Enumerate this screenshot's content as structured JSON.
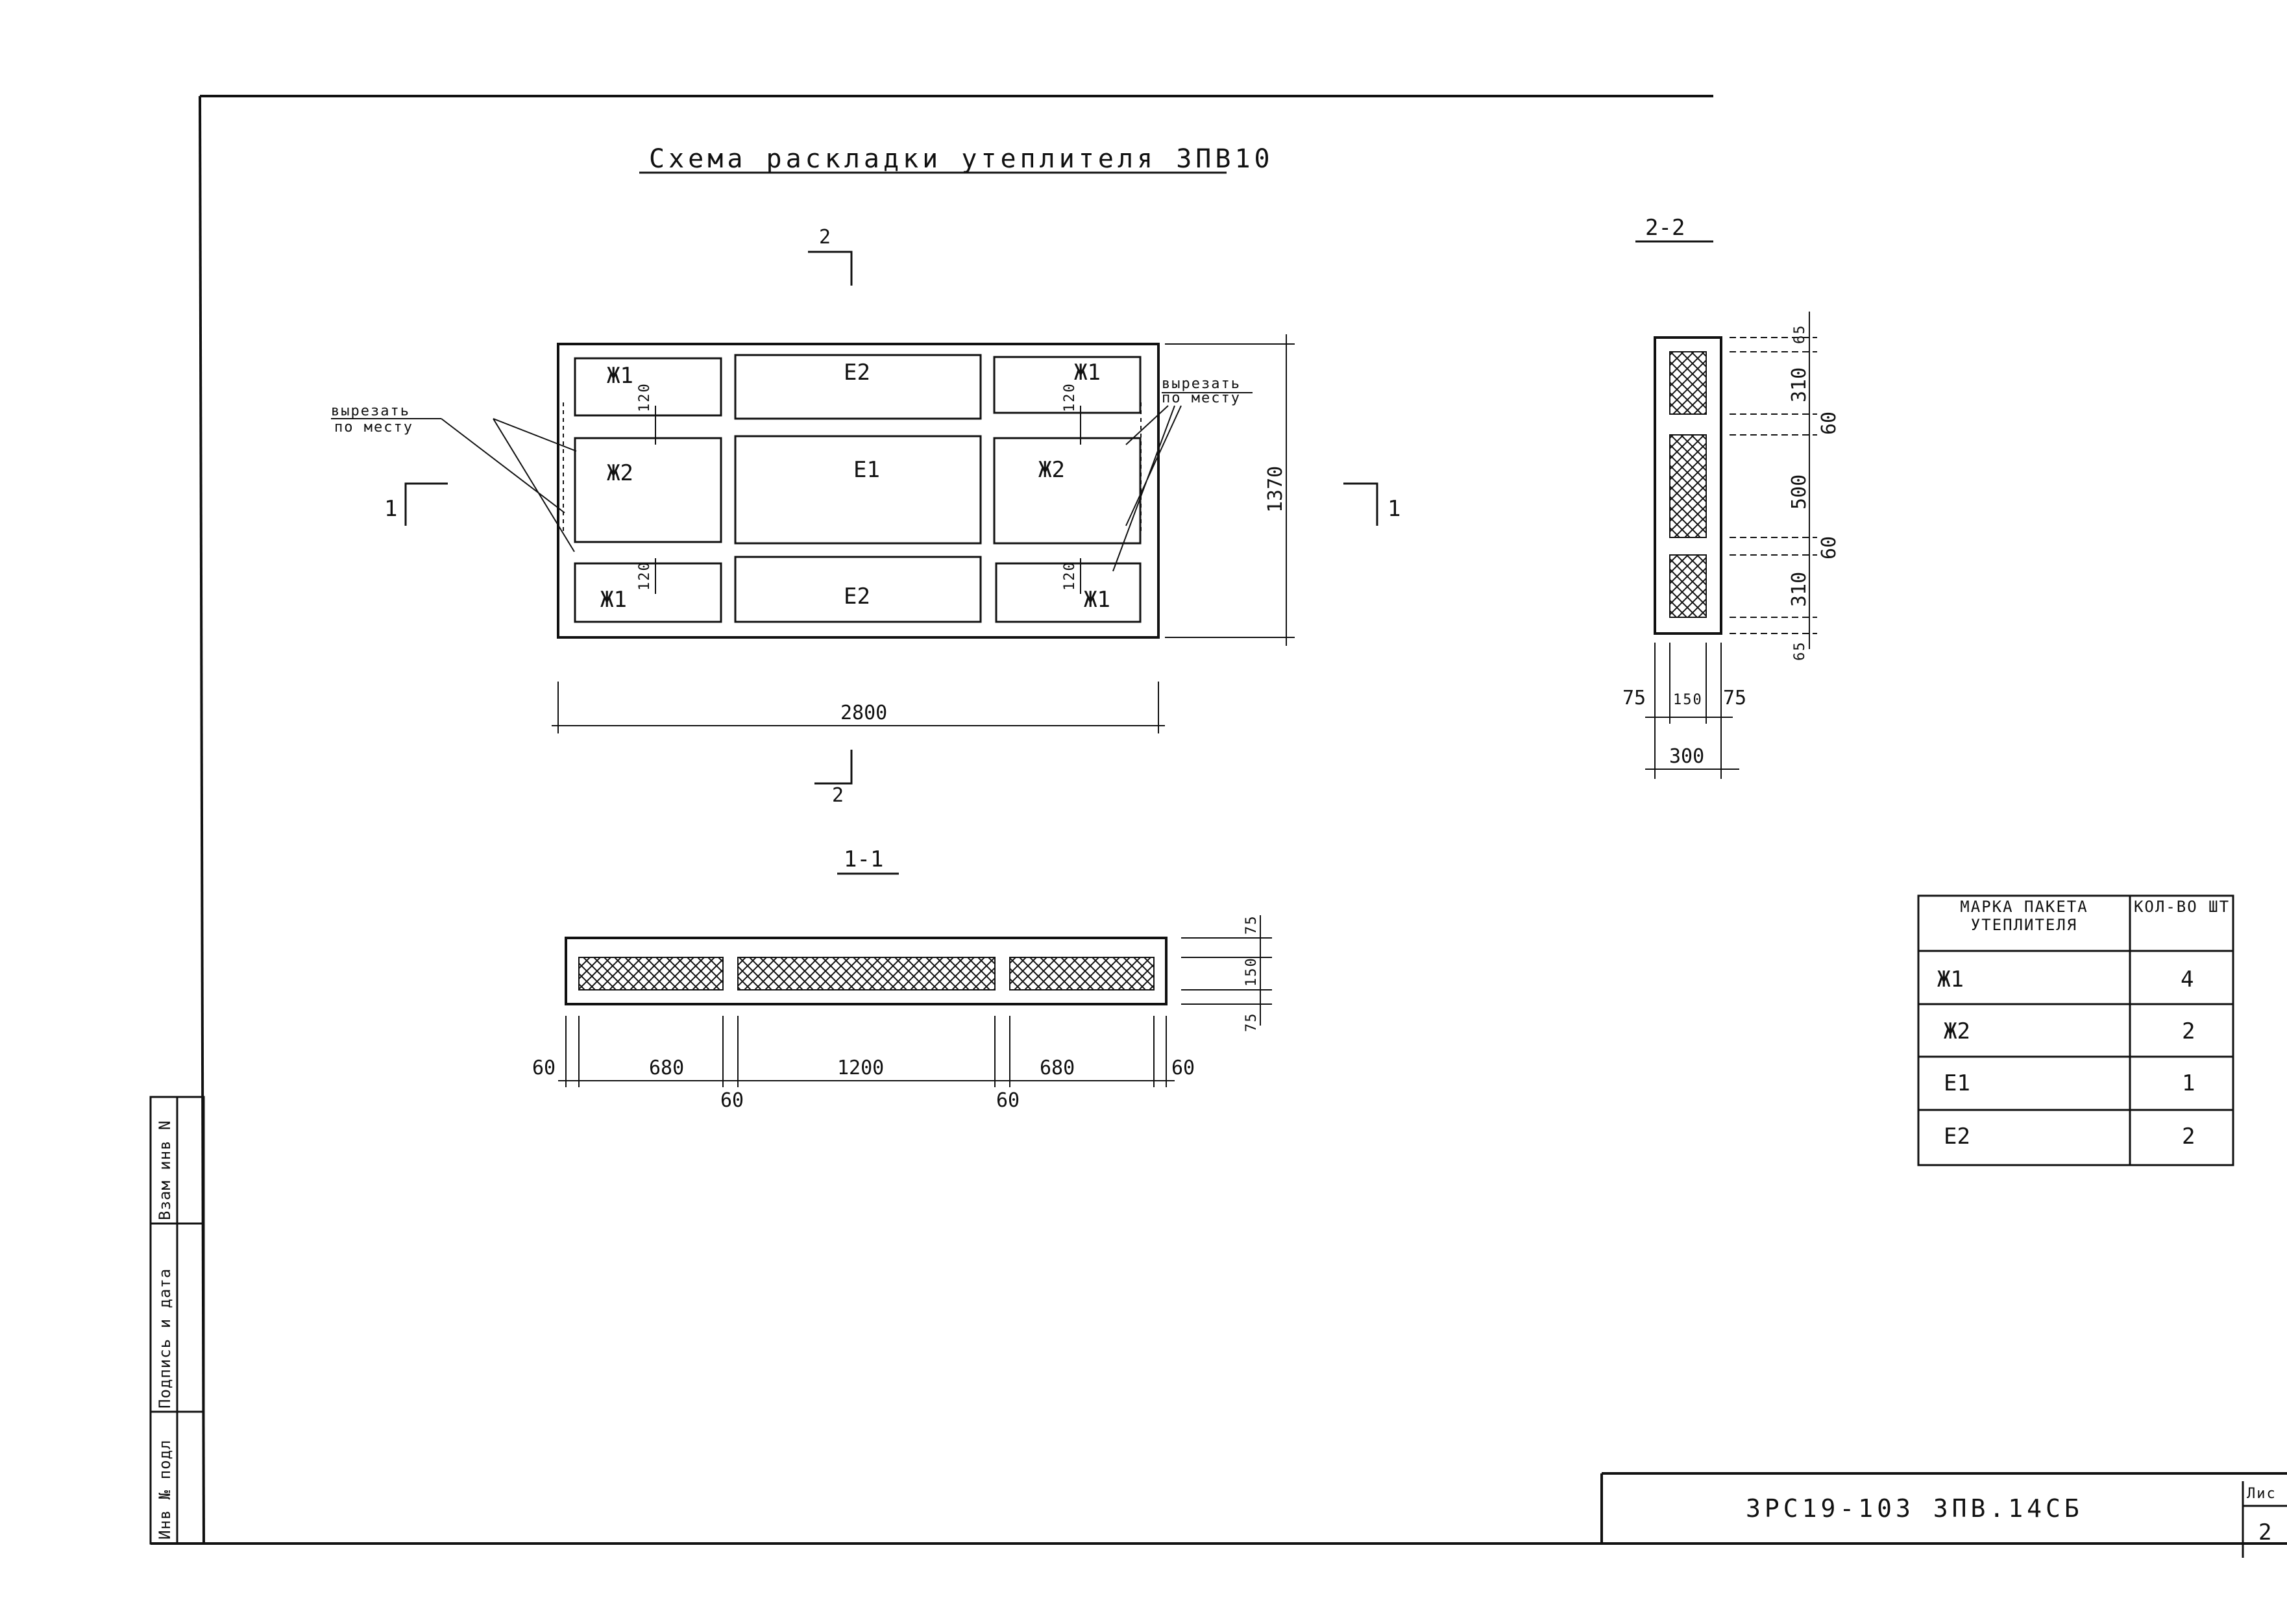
{
  "title": "Схема раскладки утеплителя 3ПВ10",
  "plan": {
    "section_2_mark": "2",
    "section_1_mark": "1",
    "cells": {
      "top_left": "Ж1",
      "top_mid": "Е2",
      "top_right": "Ж1",
      "mid_left": "Ж2",
      "mid_mid": "Е1",
      "mid_right": "Ж2",
      "bot_left": "Ж1",
      "bot_mid": "Е2",
      "bot_right": "Ж1"
    },
    "note_left": [
      "вырезать",
      "по месту"
    ],
    "note_right": [
      "вырезать",
      "по месту"
    ],
    "gap_dims": [
      "120",
      "120",
      "120",
      "120"
    ],
    "width": "2800",
    "height": "1370"
  },
  "section_1_1": {
    "label": "1-1",
    "dims_bottom_row1": [
      "60",
      "680",
      "1200",
      "680",
      "60"
    ],
    "dims_bottom_row2": [
      "60",
      "60"
    ],
    "dims_right": [
      "75",
      "150",
      "75"
    ]
  },
  "section_2_2": {
    "label": "2-2",
    "dims_right": [
      "65",
      "310",
      "60",
      "500",
      "60",
      "310",
      "65"
    ],
    "dims_bottom_row1": [
      "75",
      "150",
      "75"
    ],
    "dims_bottom_row2": "300"
  },
  "quantity_table": {
    "headers": [
      "Марка пакета утеплителя",
      "Кол-во шт"
    ],
    "rows": [
      [
        "Ж1",
        "4"
      ],
      [
        "Ж2",
        "2"
      ],
      [
        "Е1",
        "1"
      ],
      [
        "Е2",
        "2"
      ]
    ]
  },
  "side_stamp": [
    "Инв № подл",
    "Подпись и дата",
    "Взам инв N"
  ],
  "title_block": {
    "code": "3РС19-103  3ПВ.14СБ",
    "sheet_label": "Лис",
    "sheet_number": "2"
  }
}
